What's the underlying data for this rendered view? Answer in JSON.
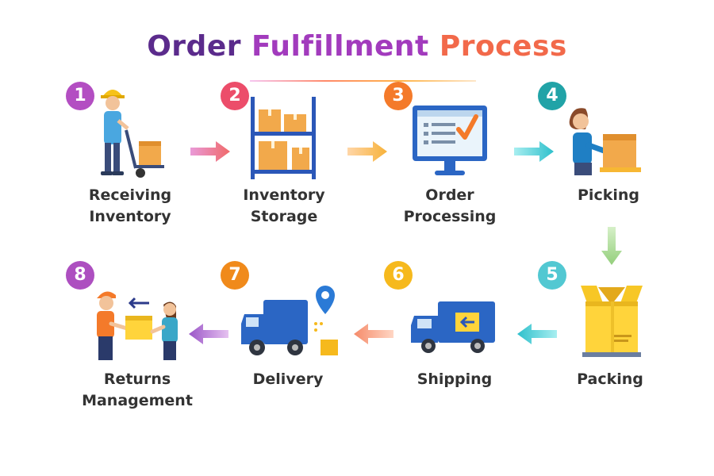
{
  "title": {
    "part1": "Order",
    "part2": "Fulfillment",
    "part3": "Process"
  },
  "colors": {
    "title_purple": "#5b2b8c",
    "title_magenta": "#a23bbd",
    "title_orange": "#f2694a"
  },
  "steps": [
    {
      "number": "1",
      "line1": "Receiving",
      "line2": "Inventory",
      "icon": "worker-hand-truck-icon",
      "badge_color": "#b34ec2"
    },
    {
      "number": "2",
      "line1": "Inventory",
      "line2": "Storage",
      "icon": "storage-shelf-icon",
      "badge_color": "#ec4d6a"
    },
    {
      "number": "3",
      "line1": "Order",
      "line2": "Processing",
      "icon": "monitor-checklist-icon",
      "badge_color": "#f47a2a"
    },
    {
      "number": "4",
      "line1": "Picking",
      "line2": "",
      "icon": "person-carrying-box-icon",
      "badge_color": "#21a3a7"
    },
    {
      "number": "5",
      "line1": "Packing",
      "line2": "",
      "icon": "open-box-icon",
      "badge_color": "#52c8d2"
    },
    {
      "number": "6",
      "line1": "Shipping",
      "line2": "",
      "icon": "delivery-truck-icon",
      "badge_color": "#f6b91d"
    },
    {
      "number": "7",
      "line1": "Delivery",
      "line2": "",
      "icon": "truck-location-pin-icon",
      "badge_color": "#f08a1b"
    },
    {
      "number": "8",
      "line1": "Returns",
      "line2": "Management",
      "icon": "return-handover-icon",
      "badge_color": "#ad4fc0"
    }
  ]
}
